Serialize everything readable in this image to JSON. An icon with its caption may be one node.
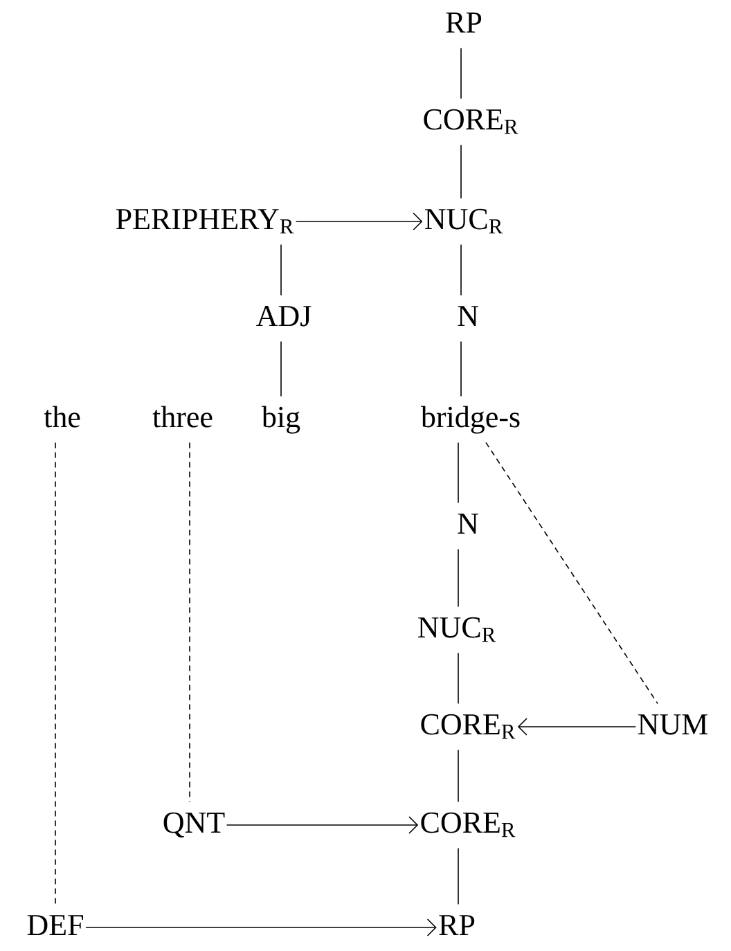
{
  "diagram": {
    "nodes": [
      {
        "text": [
          "RP"
        ]
      },
      {
        "text": [
          "CORE$_{R}$"
        ]
      },
      {
        "text": [
          "PERIPHERY$_{R}$"
        ]
      },
      {
        "text": [
          "NUC$_{R}$"
        ]
      },
      {
        "text": [
          "ADJ"
        ]
      },
      {
        "text": [
          "N"
        ]
      },
      {
        "text": [
          "the"
        ]
      },
      {
        "text": [
          "three"
        ]
      },
      {
        "text": [
          "big"
        ]
      },
      {
        "text": [
          "bridge-s"
        ]
      },
      {
        "text": [
          "N"
        ]
      },
      {
        "text": [
          "NUC$_{R}$"
        ]
      },
      {
        "text": [
          "CORE$_{R}$"
        ]
      },
      {
        "text": [
          "NUM"
        ]
      },
      {
        "text": [
          "QNT"
        ]
      },
      {
        "text": [
          "CORE$_{R}$"
        ]
      },
      {
        "text": [
          "DEF"
        ]
      },
      {
        "text": [
          "RP"
        ]
      }
    ],
    "edges": [
      {
        "from": 0,
        "to": 1,
        "arrow": "none"
      },
      {
        "from": 1,
        "to": 3,
        "arrow": "none"
      },
      {
        "from": 2,
        "to": 3,
        "arrow": "to"
      },
      {
        "from": 2,
        "to": 4,
        "arrow": "none"
      },
      {
        "from": 3,
        "to": 5,
        "arrow": "none"
      },
      {
        "from": 4,
        "to": 8,
        "arrow": "none"
      },
      {
        "from": 5,
        "to": 9,
        "arrow": "none"
      },
      {
        "from": 9,
        "to": 10,
        "arrow": "none"
      },
      {
        "from": 10,
        "to": 11,
        "arrow": "none"
      },
      {
        "from": 11,
        "to": 12,
        "arrow": "none"
      },
      {
        "from": 13,
        "to": 12,
        "arrow": "to"
      },
      {
        "from": 12,
        "to": 15,
        "arrow": "none"
      },
      {
        "from": 14,
        "to": 15,
        "arrow": "to"
      },
      {
        "from": 15,
        "to": 17,
        "arrow": "none"
      },
      {
        "from": 16,
        "to": 17,
        "arrow": "to"
      },
      {
        "from": 6,
        "to": 16,
        "arrow": "none",
        "style": "dashed"
      },
      {
        "from": 7,
        "to": 14,
        "arrow": "none",
        "style": "dashed"
      },
      {
        "from": 9,
        "to": 13,
        "arrow": "none",
        "style": "dashed"
      }
    ]
  }
}
